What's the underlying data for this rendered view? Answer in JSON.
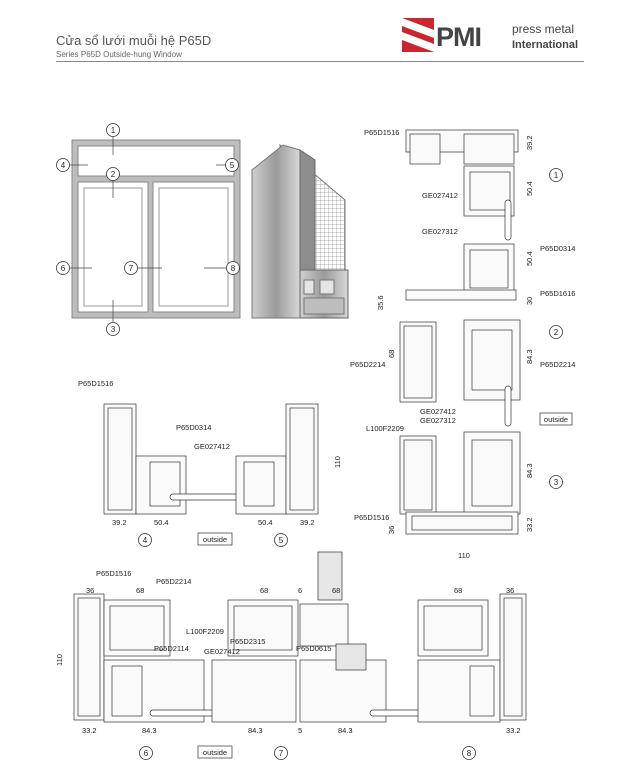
{
  "header": {
    "title": "Cửa sổ lưới muỗi hệ  P65D",
    "subtitle": "Series P65D  Outside-hung Window",
    "logo_mark": "PMI",
    "logo_line1": "press metal",
    "logo_line2": "International"
  },
  "window_markers": [
    "1",
    "2",
    "3",
    "4",
    "5",
    "6",
    "7",
    "8"
  ],
  "vertical_section": {
    "labels": [
      "P65D1516",
      "GE027412",
      "GE027312",
      "P65D0314",
      "P65D1616",
      "P65D2214",
      "P65D2214",
      "GE027412",
      "GE027312",
      "L100F2209",
      "P65D1516"
    ],
    "dims": [
      "39.2",
      "50.4",
      "50.4",
      "30",
      "35.6",
      "68",
      "84.3",
      "84.3",
      "33.2",
      "36",
      "110"
    ],
    "markers": [
      "1",
      "2",
      "3"
    ],
    "outside": "outside"
  },
  "section_45": {
    "labels": [
      "P65D1516",
      "P65D0314",
      "GE027412"
    ],
    "dims": [
      "110",
      "39.2",
      "50.4",
      "50.4",
      "39.2"
    ],
    "markers": [
      "4",
      "5"
    ],
    "outside": "outside"
  },
  "horizontal_section": {
    "labels": [
      "P65D1516",
      "P65D2214",
      "L100F2209",
      "P65D2315",
      "P65D2114",
      "GE027412",
      "P65D0615"
    ],
    "dims": [
      "36",
      "68",
      "68",
      "6",
      "68",
      "68",
      "36",
      "110",
      "33.2",
      "84.3",
      "84.3",
      "5",
      "84.3",
      "33.2"
    ],
    "markers": [
      "6",
      "7",
      "8"
    ],
    "outside": "outside"
  }
}
